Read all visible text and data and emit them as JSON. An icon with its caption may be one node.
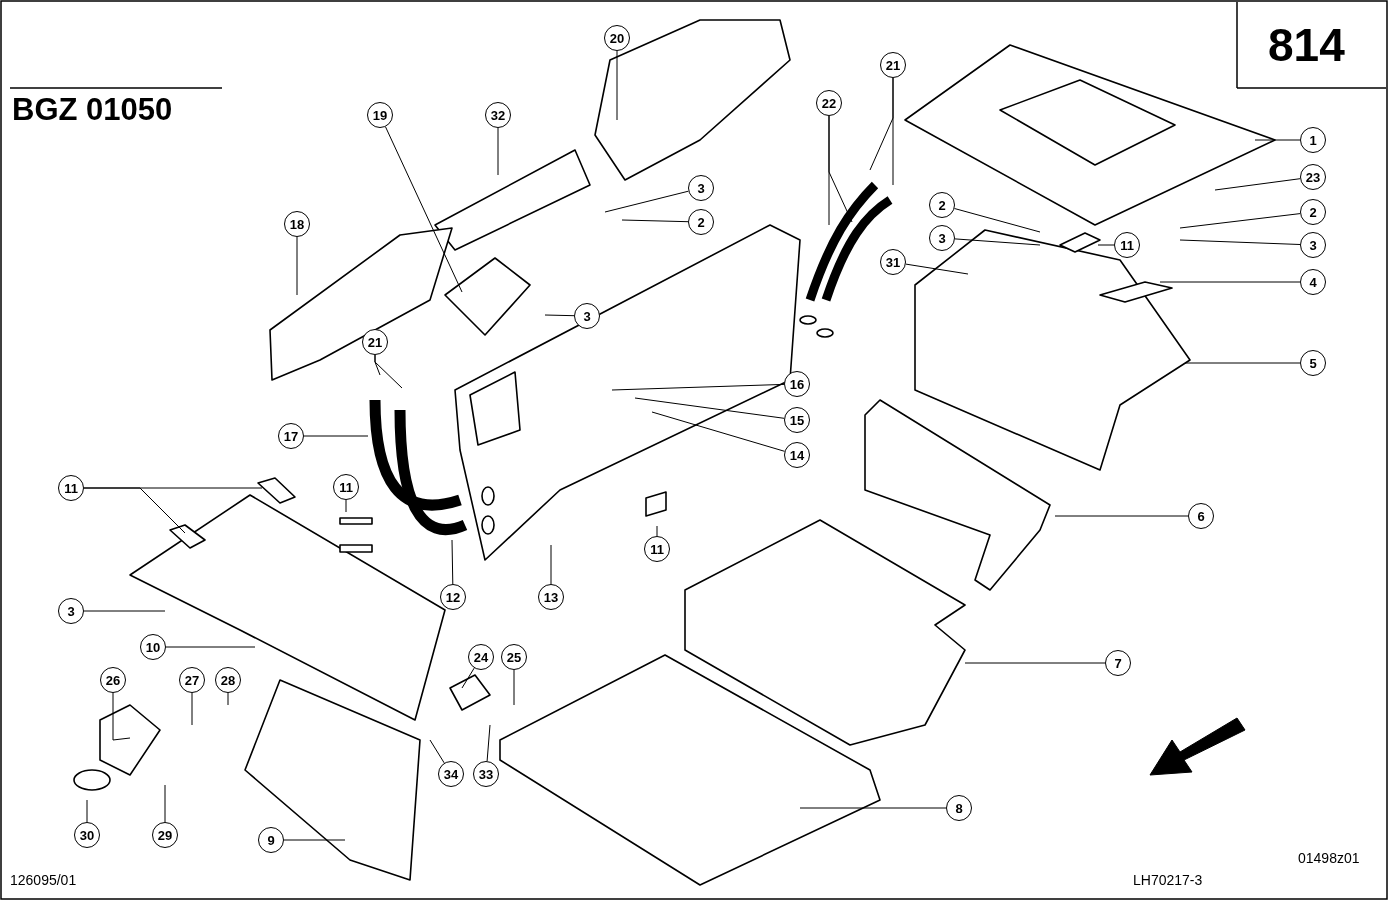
{
  "diagram": {
    "nodes": [
      {
        "text": [
          "20"
        ]
      },
      {
        "text": [
          "21"
        ]
      },
      {
        "text": [
          "22"
        ]
      },
      {
        "text": [
          "32"
        ]
      },
      {
        "text": [
          "19"
        ]
      },
      {
        "text": [
          "1"
        ]
      },
      {
        "text": [
          "23"
        ]
      },
      {
        "text": [
          "3"
        ]
      },
      {
        "text": [
          "2"
        ]
      },
      {
        "text": [
          "2"
        ]
      },
      {
        "text": [
          "18"
        ]
      },
      {
        "text": [
          "2"
        ]
      },
      {
        "text": [
          "3"
        ]
      },
      {
        "text": [
          "11"
        ]
      },
      {
        "text": [
          "3"
        ]
      },
      {
        "text": [
          "31"
        ]
      },
      {
        "text": [
          "4"
        ]
      },
      {
        "text": [
          "3"
        ]
      },
      {
        "text": [
          "21"
        ]
      },
      {
        "text": [
          "5"
        ]
      },
      {
        "text": [
          "16"
        ]
      },
      {
        "text": [
          "15"
        ]
      },
      {
        "text": [
          "17"
        ]
      },
      {
        "text": [
          "14"
        ]
      },
      {
        "text": [
          "11"
        ]
      },
      {
        "text": [
          "11"
        ]
      },
      {
        "text": [
          "6"
        ]
      },
      {
        "text": [
          "11"
        ]
      },
      {
        "text": [
          "12"
        ]
      },
      {
        "text": [
          "13"
        ]
      },
      {
        "text": [
          "3"
        ]
      },
      {
        "text": [
          "10"
        ]
      },
      {
        "text": [
          "24"
        ]
      },
      {
        "text": [
          "25"
        ]
      },
      {
        "text": [
          "7"
        ]
      },
      {
        "text": [
          "26"
        ]
      },
      {
        "text": [
          "27"
        ]
      },
      {
        "text": [
          "28"
        ]
      },
      {
        "text": [
          "34"
        ]
      },
      {
        "text": [
          "33"
        ]
      },
      {
        "text": [
          "8"
        ]
      },
      {
        "text": [
          "30"
        ]
      },
      {
        "text": [
          "29"
        ]
      },
      {
        "text": [
          "9"
        ]
      }
    ],
    "edges": [
      {
        "from": 0,
        "to": null,
        "arrow": "none"
      },
      {
        "from": 1,
        "to": null,
        "arrow": "none"
      },
      {
        "from": 1,
        "to": null,
        "arrow": "none"
      },
      {
        "from": 2,
        "to": null,
        "arrow": "none"
      },
      {
        "from": 2,
        "to": null,
        "arrow": "none"
      },
      {
        "from": 3,
        "to": null,
        "arrow": "none"
      },
      {
        "from": 4,
        "to": null,
        "arrow": "none"
      },
      {
        "from": 5,
        "to": null,
        "arrow": "none"
      },
      {
        "from": 6,
        "to": null,
        "arrow": "none"
      },
      {
        "from": 7,
        "to": null,
        "arrow": "none"
      },
      {
        "from": 8,
        "to": null,
        "arrow": "none"
      },
      {
        "from": 9,
        "to": null,
        "arrow": "none"
      },
      {
        "from": 10,
        "to": null,
        "arrow": "none"
      },
      {
        "from": 11,
        "to": null,
        "arrow": "none"
      },
      {
        "from": 12,
        "to": null,
        "arrow": "none"
      },
      {
        "from": 13,
        "to": null,
        "arrow": "none"
      },
      {
        "from": 14,
        "to": null,
        "arrow": "none"
      },
      {
        "from": 15,
        "to": null,
        "arrow": "none"
      },
      {
        "from": 16,
        "to": null,
        "arrow": "none"
      },
      {
        "from": 17,
        "to": null,
        "arrow": "none"
      },
      {
        "from": 18,
        "to": null,
        "arrow": "none"
      },
      {
        "from": 18,
        "to": null,
        "arrow": "none"
      },
      {
        "from": 19,
        "to": null,
        "arrow": "none"
      },
      {
        "from": 20,
        "to": null,
        "arrow": "none"
      },
      {
        "from": 21,
        "to": null,
        "arrow": "none"
      },
      {
        "from": 22,
        "to": null,
        "arrow": "none"
      },
      {
        "from": 23,
        "to": null,
        "arrow": "none"
      },
      {
        "from": 24,
        "to": null,
        "arrow": "none"
      },
      {
        "from": 24,
        "to": null,
        "arrow": "none"
      },
      {
        "from": 25,
        "to": null,
        "arrow": "none"
      },
      {
        "from": 26,
        "to": null,
        "arrow": "none"
      },
      {
        "from": 27,
        "to": null,
        "arrow": "none"
      },
      {
        "from": 28,
        "to": null,
        "arrow": "none"
      },
      {
        "from": 29,
        "to": null,
        "arrow": "none"
      },
      {
        "from": 30,
        "to": null,
        "arrow": "none"
      },
      {
        "from": 31,
        "to": null,
        "arrow": "none"
      },
      {
        "from": 32,
        "to": null,
        "arrow": "none"
      },
      {
        "from": 33,
        "to": null,
        "arrow": "none"
      },
      {
        "from": 34,
        "to": null,
        "arrow": "none"
      },
      {
        "from": 35,
        "to": null,
        "arrow": "none"
      },
      {
        "from": 36,
        "to": null,
        "arrow": "none"
      },
      {
        "from": 37,
        "to": null,
        "arrow": "none"
      },
      {
        "from": 38,
        "to": null,
        "arrow": "none"
      },
      {
        "from": 39,
        "to": null,
        "arrow": "none"
      },
      {
        "from": 40,
        "to": null,
        "arrow": "none"
      },
      {
        "from": 41,
        "to": null,
        "arrow": "none"
      },
      {
        "from": 42,
        "to": null,
        "arrow": "none"
      },
      {
        "from": 43,
        "to": null,
        "arrow": "none"
      }
    ],
    "labels": [
      "814",
      "BGZ 01050",
      "01498z01",
      "126095/01",
      "LH70217-3"
    ]
  }
}
